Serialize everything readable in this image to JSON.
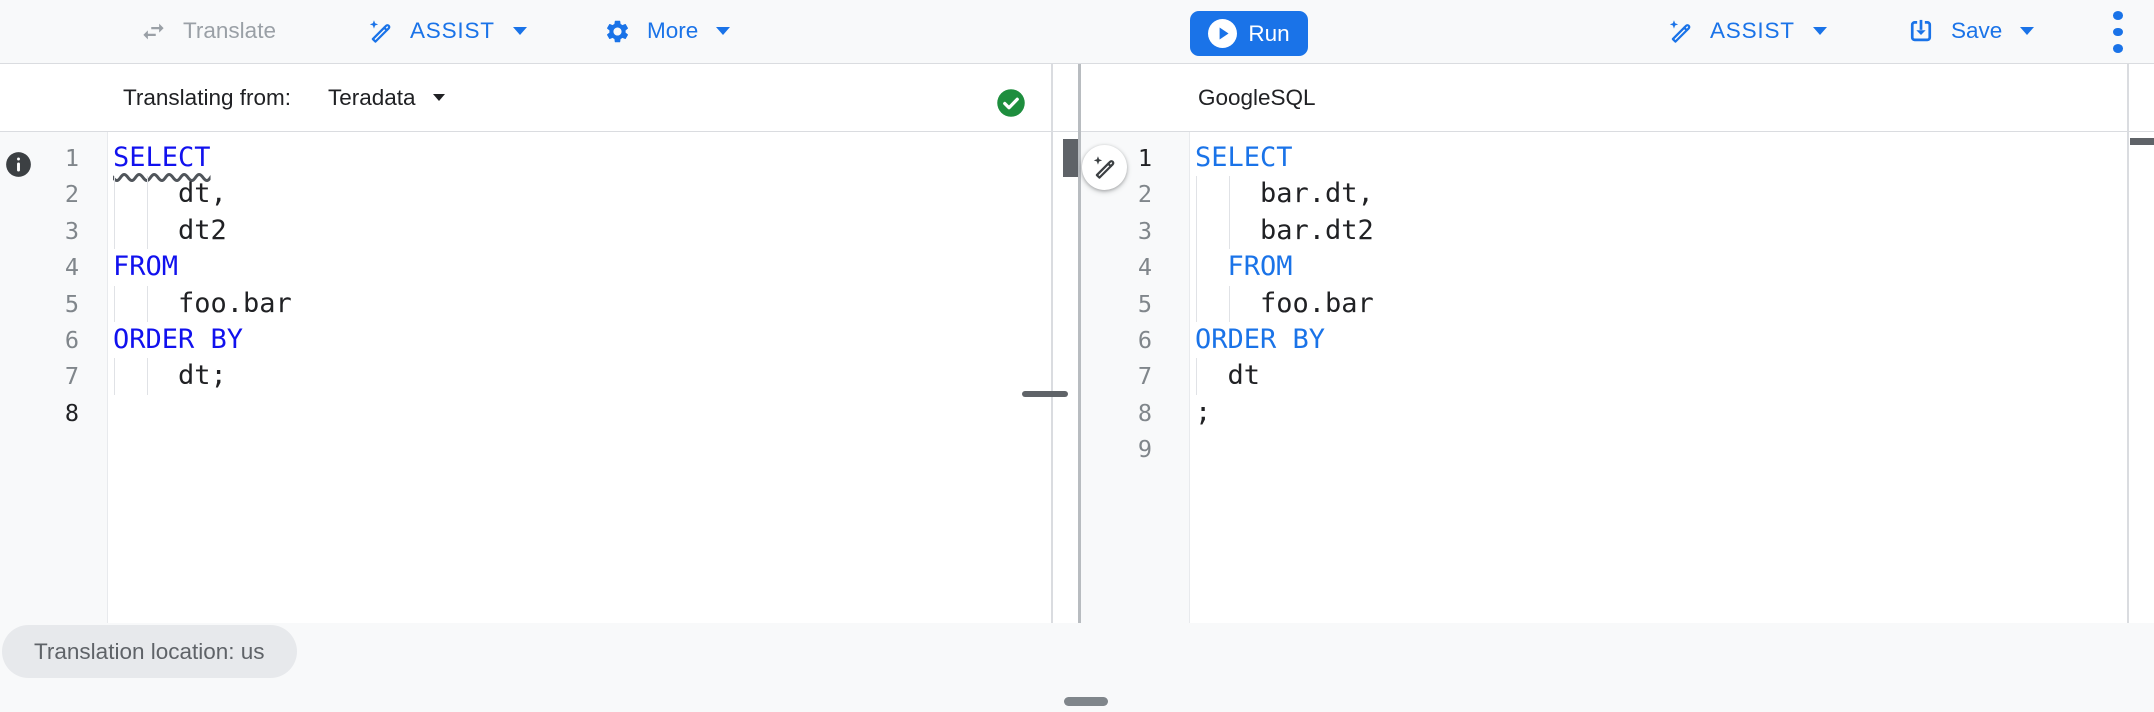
{
  "toolbar_left": {
    "translate": "Translate",
    "assist": "ASSIST",
    "more": "More"
  },
  "toolbar_right": {
    "run": "Run",
    "assist": "ASSIST",
    "save": "Save"
  },
  "left_header": {
    "label": "Translating from:",
    "dialect": "Teradata"
  },
  "right_header": {
    "label": "GoogleSQL"
  },
  "status_chip": "Translation location: us",
  "icons": {
    "translate": "swap-horizontal-arrows-icon",
    "assist": "magic-wand-icon",
    "more": "gear-icon",
    "run": "play-circle-icon",
    "save": "save-icon",
    "overflow": "kebab-menu-icon",
    "translation_status": "check-circle-icon",
    "left_gutter": "info-icon",
    "floating_assist": "magic-wand-icon"
  },
  "colors": {
    "accent": "#1a73e8",
    "keyword_left": "#1111ee",
    "keyword_right": "#1a73e8",
    "text": "#202124",
    "disabled": "#9aa0a6",
    "success_green": "#1e8e3e",
    "line_number": "#80868b",
    "gutter_bg": "#f8f9fa",
    "chip_bg": "#e7e9ec"
  },
  "editors": {
    "left": {
      "active_line": 8,
      "lines": [
        {
          "num": 1,
          "segs": [
            [
              "SELECT",
              "kw"
            ]
          ],
          "squiggle": true,
          "guides": []
        },
        {
          "num": 2,
          "segs": [
            [
              "    dt,",
              "pl"
            ]
          ],
          "guides": [
            0,
            2
          ]
        },
        {
          "num": 3,
          "segs": [
            [
              "    dt2",
              "pl"
            ]
          ],
          "guides": [
            0,
            2
          ]
        },
        {
          "num": 4,
          "segs": [
            [
              "FROM",
              "kw"
            ]
          ],
          "guides": []
        },
        {
          "num": 5,
          "segs": [
            [
              "    foo.bar",
              "pl"
            ]
          ],
          "guides": [
            0,
            2
          ]
        },
        {
          "num": 6,
          "segs": [
            [
              "ORDER BY",
              "kw"
            ]
          ],
          "guides": []
        },
        {
          "num": 7,
          "segs": [
            [
              "    dt;",
              "pl"
            ]
          ],
          "guides": [
            0,
            2
          ]
        },
        {
          "num": 8,
          "segs": [],
          "guides": []
        }
      ]
    },
    "right": {
      "active_line": 1,
      "lines": [
        {
          "num": 1,
          "segs": [
            [
              "SELECT",
              "kw"
            ]
          ],
          "guides": []
        },
        {
          "num": 2,
          "segs": [
            [
              "    bar.dt,",
              "pl"
            ]
          ],
          "guides": [
            0,
            2
          ]
        },
        {
          "num": 3,
          "segs": [
            [
              "    bar.dt2",
              "pl"
            ]
          ],
          "guides": [
            0,
            2
          ]
        },
        {
          "num": 4,
          "segs": [
            [
              "  FROM",
              "kw"
            ]
          ],
          "guides": [
            0
          ]
        },
        {
          "num": 5,
          "segs": [
            [
              "    foo.bar",
              "pl"
            ]
          ],
          "guides": [
            0,
            2
          ]
        },
        {
          "num": 6,
          "segs": [
            [
              "ORDER BY",
              "kw"
            ]
          ],
          "guides": []
        },
        {
          "num": 7,
          "segs": [
            [
              "  dt",
              "pl"
            ]
          ],
          "guides": [
            0
          ]
        },
        {
          "num": 8,
          "segs": [
            [
              ";",
              "pl"
            ]
          ],
          "guides": []
        },
        {
          "num": 9,
          "segs": [],
          "guides": []
        }
      ]
    }
  }
}
